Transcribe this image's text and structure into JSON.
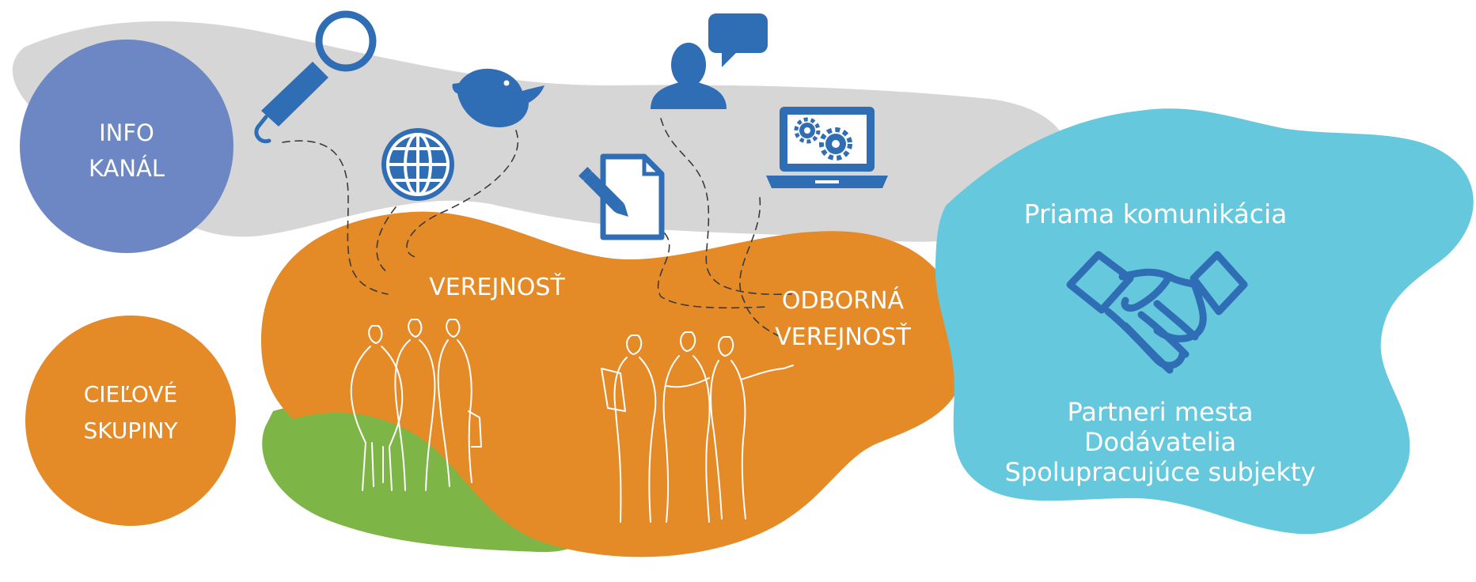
{
  "colors": {
    "gray_blob": "#d7d6d6",
    "info_circle": "#6c87c4",
    "target_circle": "#e48a27",
    "orange_blob": "#e48a27",
    "green_blob": "#7db546",
    "cyan_blob": "#66c8dd",
    "icon_blue": "#2f6db5",
    "label_white": "#ffffff"
  },
  "info_channel": {
    "line1": "INFO",
    "line2": "KANÁL"
  },
  "target_groups": {
    "line1": "CIEĽOVÉ",
    "line2": "SKUPINY"
  },
  "public": {
    "label": "VEREJNOSŤ"
  },
  "expert_public": {
    "line1": "ODBORNÁ",
    "line2": "VEREJNOSŤ"
  },
  "direct_communication": {
    "title": "Priama komunikácia",
    "items": [
      "Partneri mesta",
      "Dodávatelia",
      "Spolupracujúce subjekty"
    ]
  },
  "icons": [
    "microphone-icon",
    "globe-icon",
    "twitter-bird-icon",
    "document-edit-icon",
    "person-chat-icon",
    "laptop-settings-icon",
    "handshake-icon"
  ]
}
